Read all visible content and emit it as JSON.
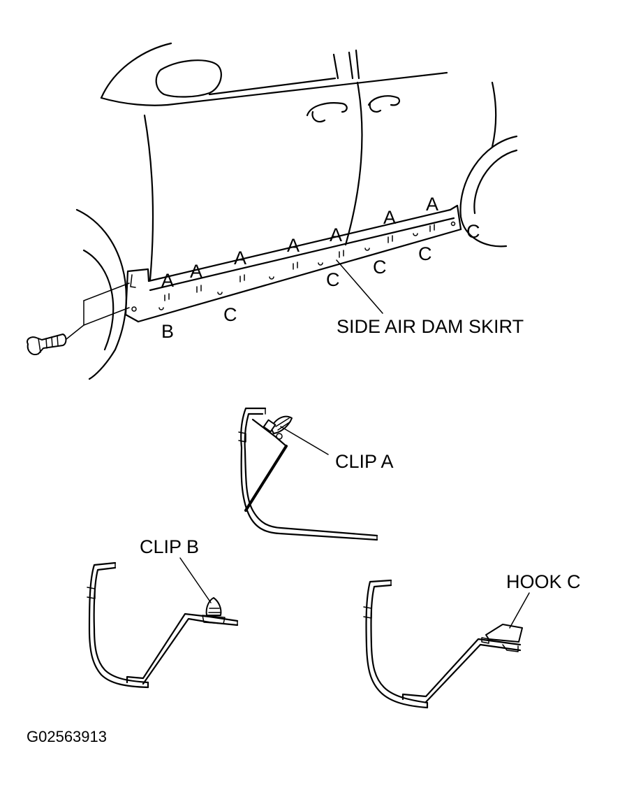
{
  "labels": {
    "side_air_dam_skirt": "SIDE AIR DAM SKIRT",
    "clip_a": "CLIP A",
    "clip_b": "CLIP B",
    "hook_c": "HOOK C",
    "figure_id": "G02563913"
  },
  "callouts": {
    "a": "A",
    "b": "B",
    "c": "C"
  }
}
